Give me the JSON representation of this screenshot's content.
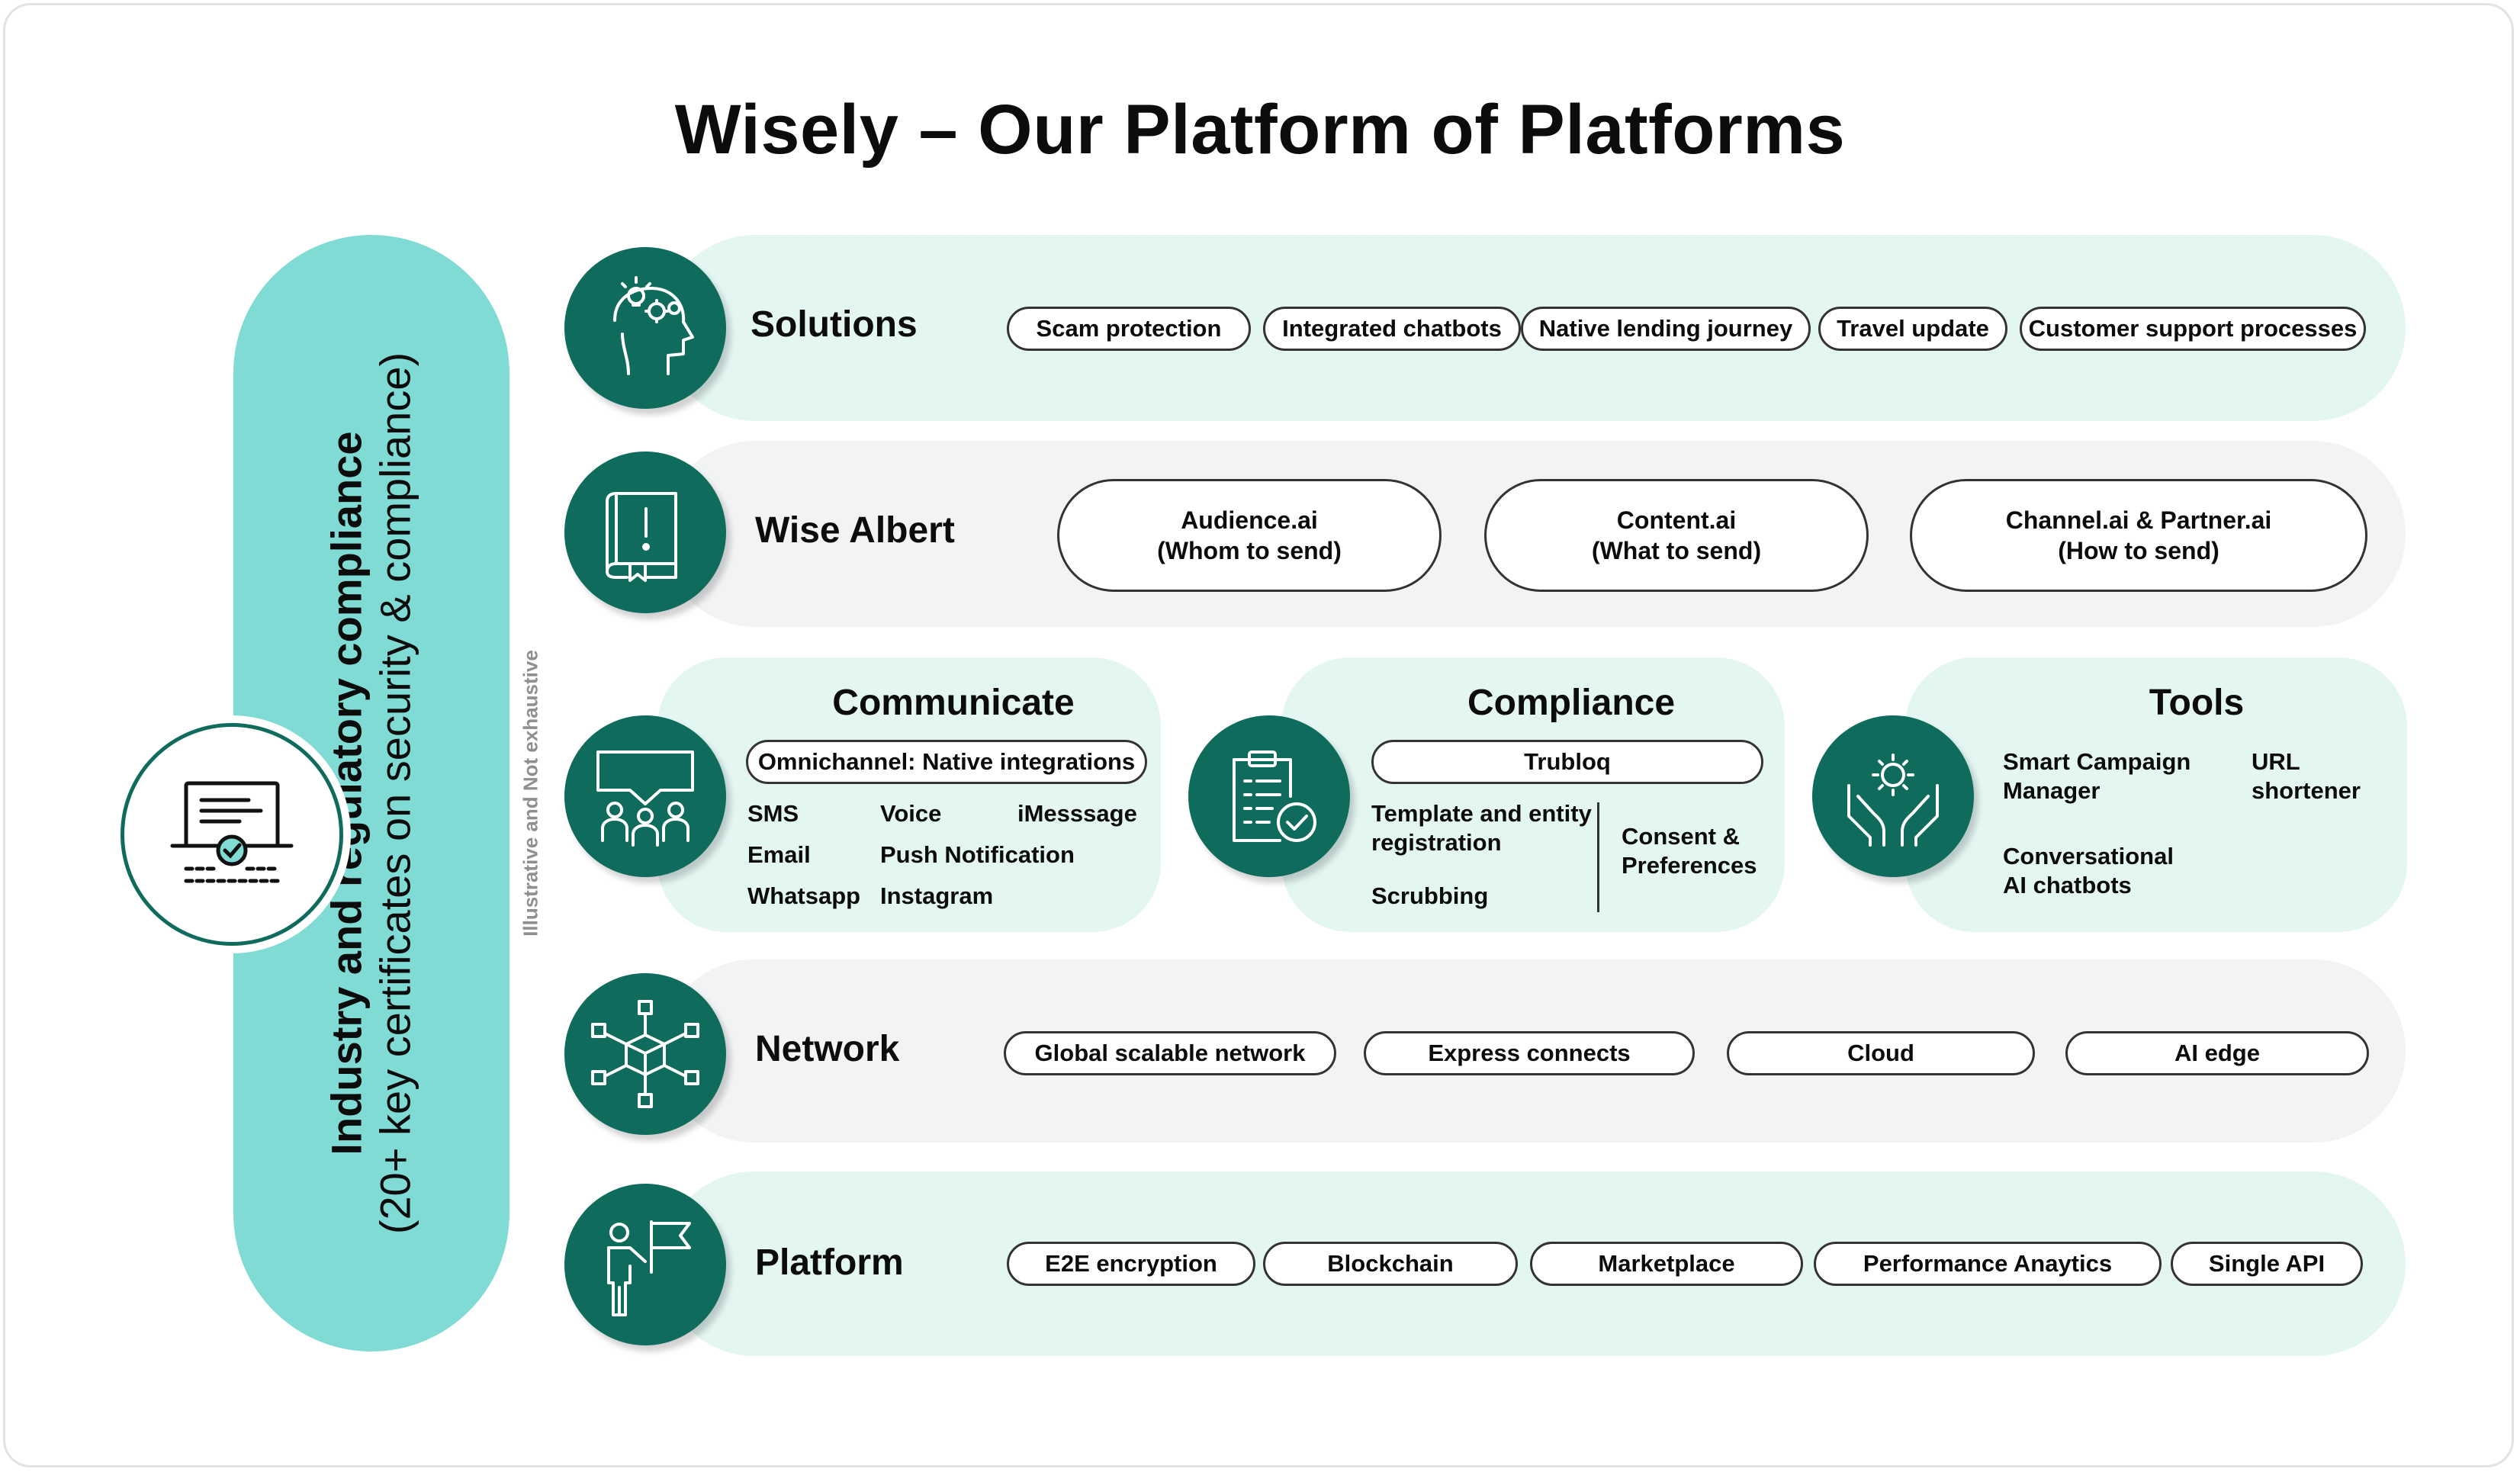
{
  "title": "Wisely – Our Platform of Platforms",
  "compliance_banner": {
    "line1": "Industry and regulatory compliance",
    "line2": "(20+ key certificates on security & compliance)"
  },
  "side_note": "Illustrative and Not exhaustive",
  "colors": {
    "teal_dark": "#0f6b5c",
    "teal_light": "#7fdbd3",
    "mint": "#e3f6f2",
    "grey": "#f2f3f4"
  },
  "solutions": {
    "label": "Solutions",
    "icon": "head-gears-icon",
    "items": [
      "Scam protection",
      "Integrated chatbots",
      "Native lending journey",
      "Travel update",
      "Customer support processes"
    ]
  },
  "wise_albert": {
    "label": "Wise Albert",
    "icon": "book-alert-icon",
    "items": [
      {
        "name": "Audience.ai",
        "desc": "(Whom to send)"
      },
      {
        "name": "Content.ai",
        "desc": "(What to send)"
      },
      {
        "name": "Channel.ai & Partner.ai",
        "desc": "(How to send)"
      }
    ]
  },
  "communicate": {
    "title": "Communicate",
    "icon": "speech-group-icon",
    "highlight": "Omnichannel: Native integrations",
    "channels": [
      "SMS",
      "Voice",
      "iMesssage",
      "Email",
      "Push Notification",
      "Whatsapp",
      "Instagram"
    ]
  },
  "compliance": {
    "title": "Compliance",
    "icon": "clipboard-check-icon",
    "highlight": "Trubloq",
    "items": [
      "Template and entity registration",
      "Scrubbing",
      "Consent & Preferences"
    ]
  },
  "tools": {
    "title": "Tools",
    "icon": "hands-gear-icon",
    "items": [
      "Smart Campaign Manager",
      "URL shortener",
      "Conversational AI chatbots"
    ]
  },
  "network": {
    "label": "Network",
    "icon": "network-cube-icon",
    "items": [
      "Global scalable network",
      "Express connects",
      "Cloud",
      "AI edge"
    ]
  },
  "platform": {
    "label": "Platform",
    "icon": "person-flag-icon",
    "items": [
      "E2E encryption",
      "Blockchain",
      "Marketplace",
      "Performance Anaytics",
      "Single API"
    ]
  }
}
